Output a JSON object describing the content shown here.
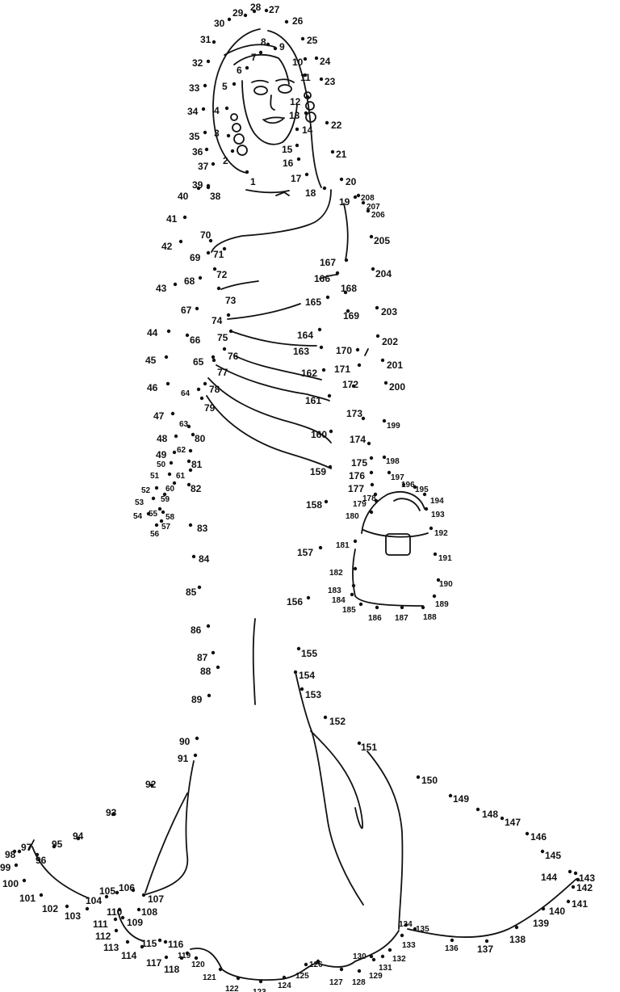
{
  "page": {
    "description_type": "connect-the-dots coloring page"
  },
  "dots": {
    "count": 208,
    "labels": [
      "1",
      "2",
      "3",
      "4",
      "5",
      "6",
      "7",
      "8",
      "9",
      "10",
      "11",
      "12",
      "13",
      "14",
      "15",
      "16",
      "17",
      "18",
      "19",
      "20",
      "21",
      "22",
      "23",
      "24",
      "25",
      "26",
      "27",
      "28",
      "29",
      "30",
      "31",
      "32",
      "33",
      "34",
      "35",
      "36",
      "37",
      "38",
      "39",
      "40",
      "41",
      "42",
      "43",
      "44",
      "45",
      "46",
      "47",
      "48",
      "49",
      "50",
      "51",
      "52",
      "53",
      "54",
      "55",
      "56",
      "57",
      "58",
      "59",
      "60",
      "61",
      "62",
      "63",
      "64",
      "65",
      "66",
      "67",
      "68",
      "69",
      "70",
      "71",
      "72",
      "73",
      "74",
      "75",
      "76",
      "77",
      "78",
      "79",
      "80",
      "81",
      "82",
      "83",
      "84",
      "85",
      "86",
      "87",
      "88",
      "89",
      "90",
      "91",
      "92",
      "93",
      "94",
      "95",
      "96",
      "97",
      "98",
      "99",
      "100",
      "101",
      "102",
      "103",
      "104",
      "105",
      "106",
      "107",
      "108",
      "109",
      "110",
      "111",
      "112",
      "113",
      "114",
      "115",
      "116",
      "117",
      "118",
      "119",
      "120",
      "121",
      "122",
      "123",
      "124",
      "125",
      "126",
      "127",
      "128",
      "129",
      "130",
      "131",
      "132",
      "133",
      "134",
      "135",
      "136",
      "137",
      "138",
      "139",
      "140",
      "141",
      "142",
      "143",
      "144",
      "145",
      "146",
      "147",
      "148",
      "149",
      "150",
      "151",
      "152",
      "153",
      "154",
      "155",
      "156",
      "157",
      "158",
      "159",
      "160",
      "161",
      "162",
      "163",
      "164",
      "165",
      "166",
      "167",
      "168",
      "169",
      "170",
      "171",
      "172",
      "173",
      "174",
      "175",
      "176",
      "177",
      "178",
      "179",
      "180",
      "181",
      "182",
      "183",
      "184",
      "185",
      "186",
      "187",
      "188",
      "189",
      "190",
      "191",
      "192",
      "193",
      "194",
      "195",
      "196",
      "197",
      "198",
      "199",
      "200",
      "201",
      "202",
      "203",
      "204",
      "205",
      "206",
      "207",
      "208"
    ]
  }
}
